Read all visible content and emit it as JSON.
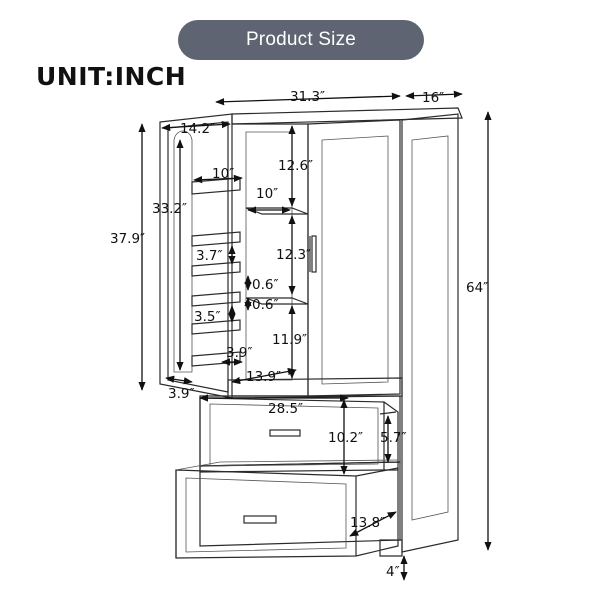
{
  "header": {
    "title": "Product Size",
    "unit": "UNIT:INCH"
  },
  "dimensions": {
    "width_total": "31.3″",
    "depth": "16″",
    "height_total": "64″",
    "door_width": "14.2″",
    "door_height": "37.9″",
    "door_rack_height": "33.2″",
    "door_rack_top_width": "10″",
    "shelf_width": "10″",
    "shelf_gap_top": "12.6″",
    "shelf_gap_middle": "12.3″",
    "shelf_gap_bottom": "11.9″",
    "shelf_thickness_1": "0.6″",
    "shelf_thickness_2": "0.6″",
    "rack_gap_1": "3.7″",
    "rack_gap_2": "3.5″",
    "rack_depth": "3.9″",
    "door_depth": "3.9″",
    "inner_depth": "13.9″",
    "drawer_width": "28.5″",
    "drawer_height_upper": "10.2″",
    "drawer_inner_height": "5.7″",
    "drawer_depth": "13.8″",
    "base_height": "4″"
  }
}
